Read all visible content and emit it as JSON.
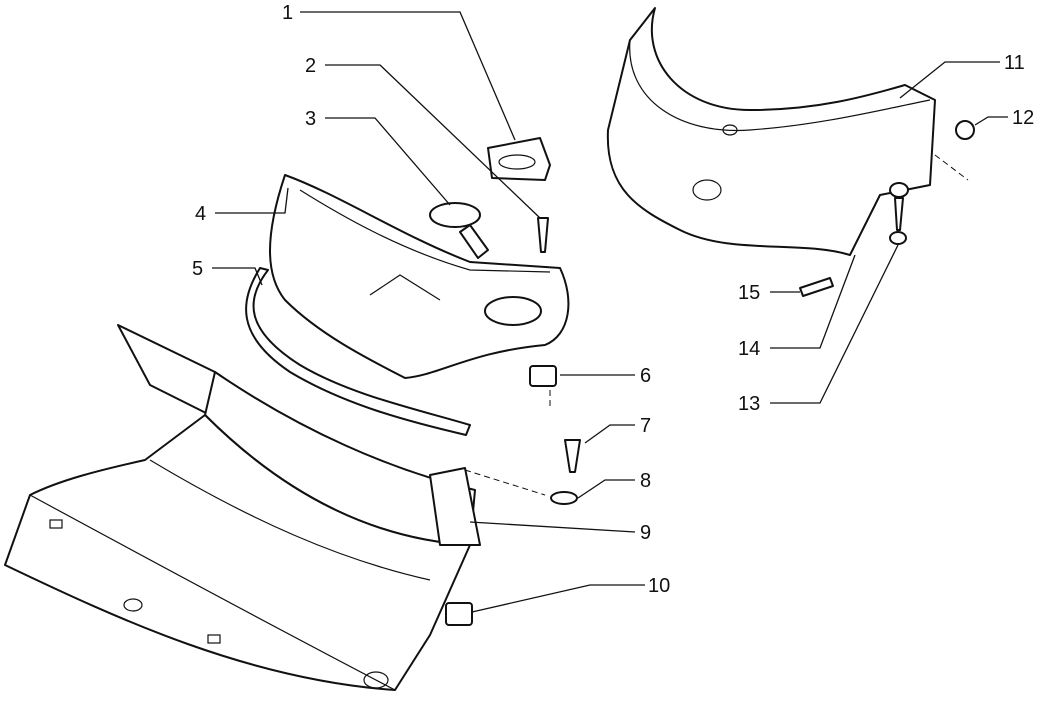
{
  "diagram": {
    "type": "exploded parts diagram",
    "callouts": [
      "1",
      "2",
      "3",
      "4",
      "5",
      "6",
      "7",
      "8",
      "9",
      "10",
      "11",
      "12",
      "13",
      "14",
      "15"
    ]
  }
}
